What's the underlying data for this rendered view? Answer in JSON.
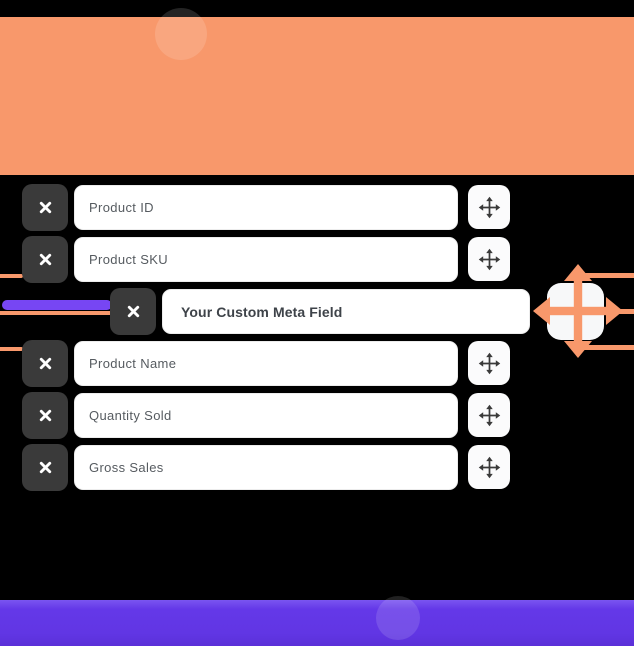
{
  "panel": {
    "description": "Report export column list with drag-and-drop reordering",
    "dragged_row": "Your Custom Meta Field"
  },
  "rows": [
    {
      "label": "Product ID",
      "custom": false
    },
    {
      "label": "Product SKU",
      "custom": false
    },
    {
      "label": "Your Custom Meta Field",
      "custom": true
    },
    {
      "label": "Product Name",
      "custom": false
    },
    {
      "label": "Quantity Sold",
      "custom": false
    },
    {
      "label": "Gross Sales",
      "custom": false
    }
  ],
  "icons": {
    "remove": "close-x-icon",
    "reorder_handle": "move-arrows-icon",
    "drag_cursor": "move-arrows-large-icon"
  },
  "colors": {
    "accent_orange": "#F8986B",
    "accent_purple": "#6438E8",
    "highlight_purple": "#7746F3",
    "button_dark": "#3A3A3A",
    "field_bg": "#FFFFFF",
    "label_text": "#565B60",
    "custom_label_text": "#3E4349",
    "background": "#000000"
  }
}
